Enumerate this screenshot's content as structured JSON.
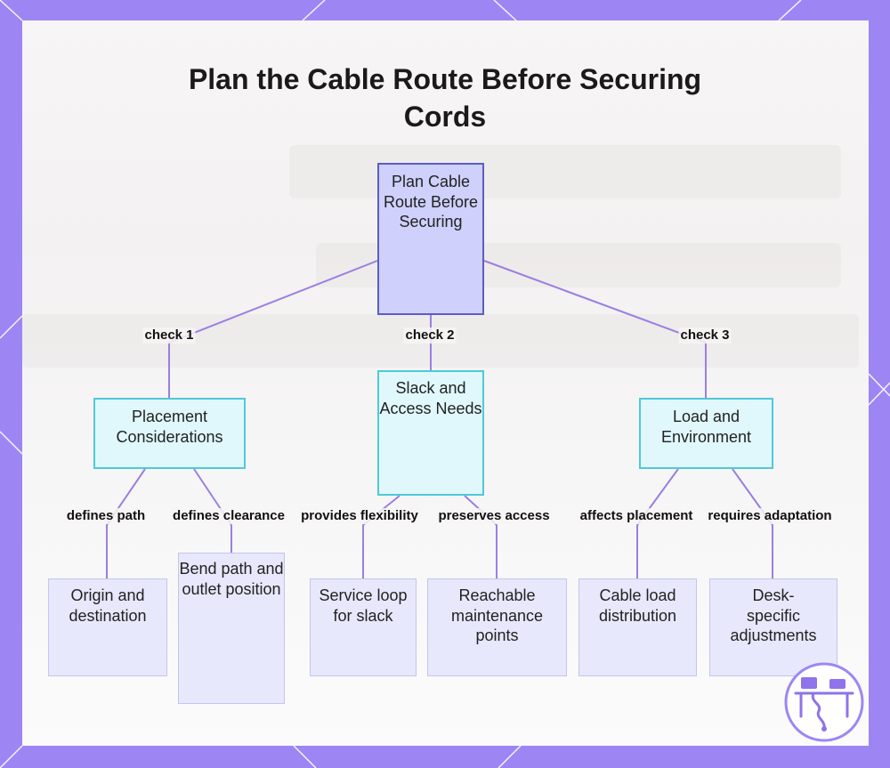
{
  "diagram": {
    "title": "Plan the Cable Route Before Securing Cords",
    "root": "Plan Cable Route Before Securing",
    "branches": [
      {
        "edge_label": "check 1",
        "node": "Placement Considerations",
        "children": [
          {
            "edge_label": "defines path",
            "node": "Origin and destination"
          },
          {
            "edge_label": "defines clearance",
            "node": "Bend path and outlet position"
          }
        ]
      },
      {
        "edge_label": "check 2",
        "node": "Slack and Access Needs",
        "children": [
          {
            "edge_label": "provides flexibility",
            "node": "Service loop for slack"
          },
          {
            "edge_label": "preserves access",
            "node": "Reachable maintenance points"
          }
        ]
      },
      {
        "edge_label": "check 3",
        "node": "Load and Environment",
        "children": [
          {
            "edge_label": "affects placement",
            "node": "Cable load distribution"
          },
          {
            "edge_label": "requires adaptation",
            "node": "Desk-specific adjustments"
          }
        ]
      }
    ]
  },
  "colors": {
    "frame": "#9d86f3",
    "root_fill": "#cfd0fb",
    "root_border": "#5a5fc0",
    "mid_fill": "#e0f8fb",
    "mid_border": "#4fc9d8",
    "leaf_fill": "#e7e8fb",
    "leaf_border": "#c3c5ee",
    "edge": "#9b7fe0"
  },
  "icons": {
    "logo": "desk-cable-logo-icon"
  }
}
